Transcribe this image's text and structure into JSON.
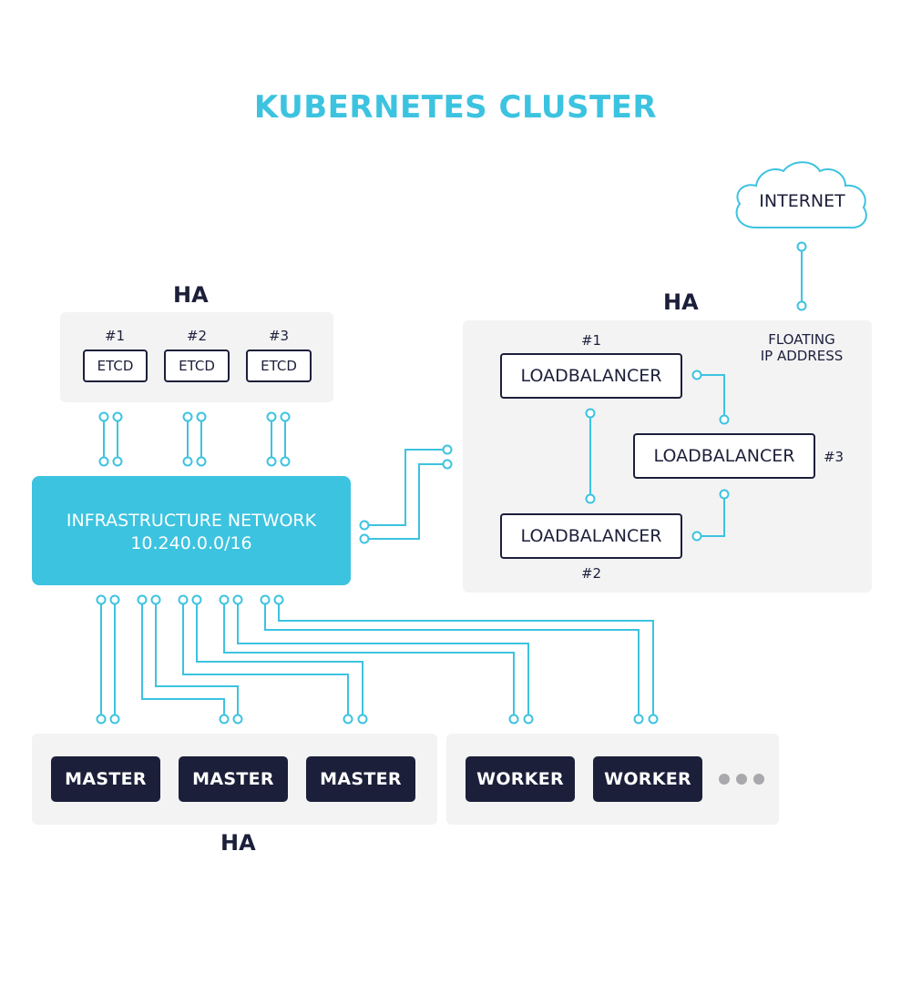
{
  "title": "KUBERNETES CLUSTER",
  "etcd_group": {
    "ha_label": "HA",
    "nodes": [
      {
        "num": "#1",
        "label": "ETCD"
      },
      {
        "num": "#2",
        "label": "ETCD"
      },
      {
        "num": "#3",
        "label": "ETCD"
      }
    ]
  },
  "network": {
    "name": "INFRASTRUCTURE NETWORK",
    "cidr": "10.240.0.0/16"
  },
  "lb_group": {
    "ha_label": "HA",
    "floating_ip_label_line1": "FLOATING",
    "floating_ip_label_line2": "IP ADDRESS",
    "nodes": [
      {
        "num": "#1",
        "label": "LOADBALANCER"
      },
      {
        "num": "#2",
        "label": "LOADBALANCER"
      },
      {
        "num": "#3",
        "label": "LOADBALANCER"
      }
    ]
  },
  "internet": {
    "label": "INTERNET"
  },
  "master_group": {
    "ha_label": "HA",
    "nodes": [
      "MASTER",
      "MASTER",
      "MASTER"
    ]
  },
  "worker_group": {
    "nodes": [
      "WORKER",
      "WORKER"
    ]
  },
  "colors": {
    "accent": "#3cc3e0",
    "dark": "#1c1f3a",
    "panel": "#f3f3f4",
    "ellipsis": "#a8a8ad"
  }
}
